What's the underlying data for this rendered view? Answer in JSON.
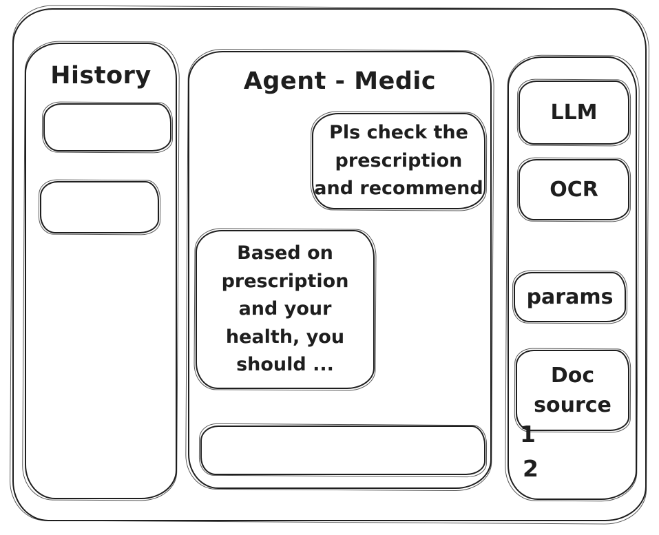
{
  "window": {
    "background_color": "#ffffff",
    "stroke_color": "#1e1e1e"
  },
  "history": {
    "title": "History",
    "items": [
      "",
      ""
    ]
  },
  "chat": {
    "title": "Agent - Medic",
    "messages": [
      {
        "role": "user",
        "text": "Pls check the\nprescription\nand recommend"
      },
      {
        "role": "agent",
        "text": "Based on\nprescription\nand your\nhealth, you\nshould ..."
      }
    ],
    "input": {
      "value": "",
      "placeholder": ""
    }
  },
  "tools": {
    "llm_label": "LLM",
    "ocr_label": "OCR",
    "params_label": "params",
    "doc_source_label": "Doc\nsource",
    "doc_source_items": [
      "1",
      "2"
    ]
  }
}
